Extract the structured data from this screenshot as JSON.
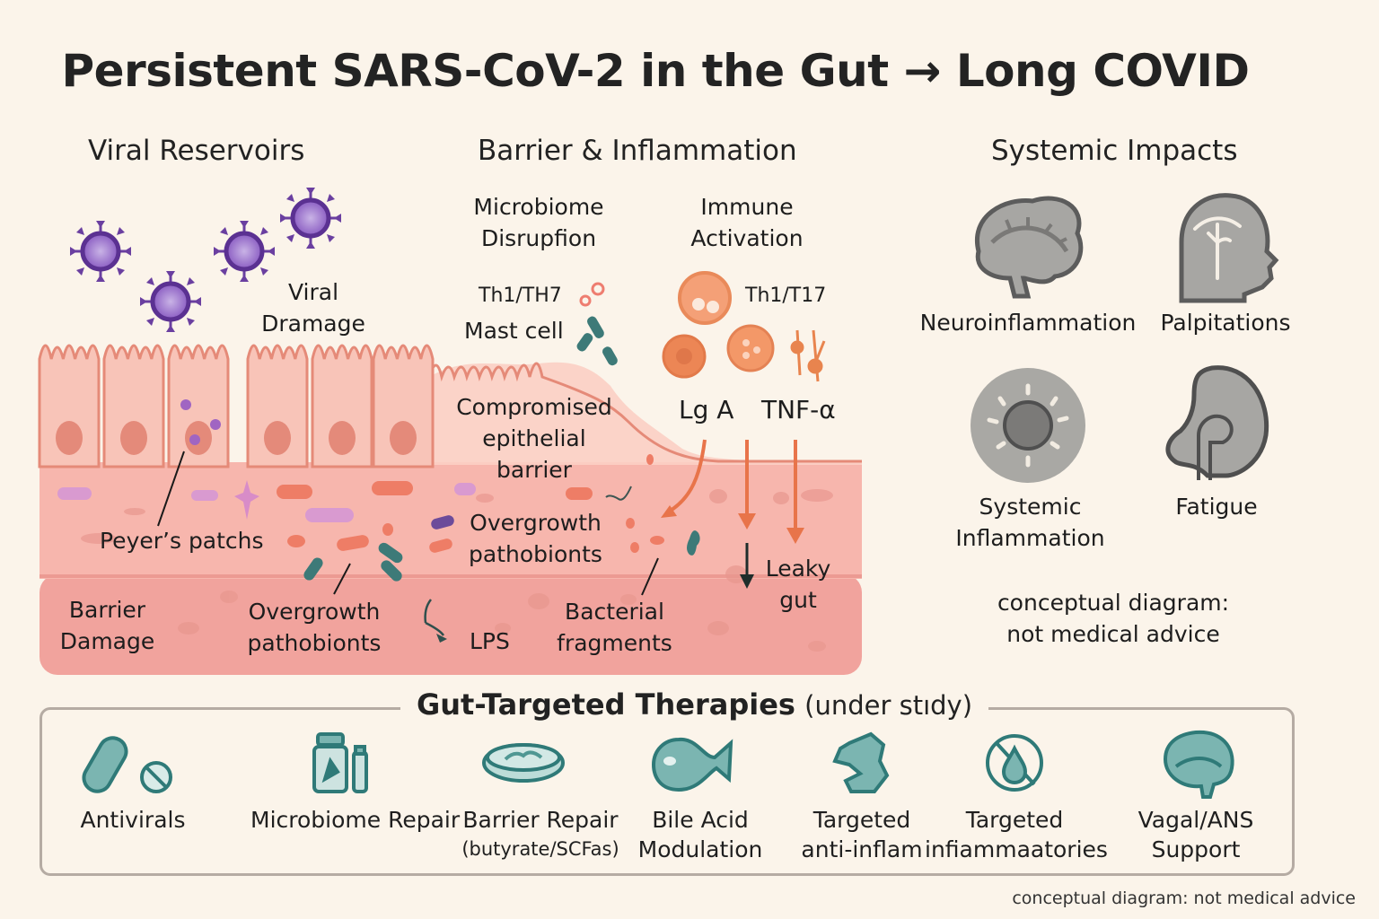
{
  "title": "Persistent SARS-CoV-2 in the Gut → Long COVID",
  "sections": {
    "viral_reservoirs": "Viral Reservoirs",
    "barrier_inflammation": "Barrier & Inflammation",
    "systemic_impacts": "Systemic Impacts"
  },
  "gut_labels": {
    "viral_damage": [
      "Viral",
      "Dramage"
    ],
    "microbiome_disruption": [
      "Microbiome",
      "Disrupfion"
    ],
    "immune_activation": [
      "Immune",
      "Activation"
    ],
    "th1_th7": "Th1/TH7",
    "mast_cell": "Mast cell",
    "th1_t17": "Th1/T17",
    "iga": "Lg A",
    "tnf": "TNF-α",
    "compromised_barrier": [
      "Compromised",
      "epithelial",
      "barrier"
    ],
    "peyers_patches": "Peyer’s patchs",
    "overgrowth_mid": [
      "Overgrowth",
      "pathobionts"
    ],
    "overgrowth_low": [
      "Overgrowth",
      "pathobionts"
    ],
    "barrier_damage": [
      "Barrier",
      "Damage"
    ],
    "lps": "LPS",
    "bacterial_fragments": [
      "Bacterial",
      "fragments"
    ],
    "leaky_gut": [
      "Leaky",
      "gut"
    ]
  },
  "systemic": {
    "items": [
      {
        "label": [
          "Neuroinflammation"
        ],
        "icon": "brain-icon"
      },
      {
        "label": [
          "Palpitations"
        ],
        "icon": "head-profile-icon"
      },
      {
        "label": [
          "Systemic",
          "Inflammation"
        ],
        "icon": "inflammation-sun-icon"
      },
      {
        "label": [
          "Fatigue"
        ],
        "icon": "fatigue-organ-icon"
      }
    ],
    "disclaimer": [
      "conceptual diagram:",
      "not medical advice"
    ]
  },
  "therapies": {
    "heading": "Gut-Targeted Therapies",
    "heading_sub": "(under stıdy)",
    "items": [
      {
        "label": [
          "Antivirals"
        ],
        "icon": "pill-icon"
      },
      {
        "label": [
          "Microbiome Repair"
        ],
        "icon": "probiotic-bottle-icon"
      },
      {
        "label": [
          "Barrier Repair",
          "(butyrate/SCFas)"
        ],
        "icon": "petri-dish-icon"
      },
      {
        "label": [
          "Bile Acid",
          "Modulation"
        ],
        "icon": "bile-acid-icon"
      },
      {
        "label": [
          "Targeted",
          "anti-inflam"
        ],
        "icon": "molecule-icon"
      },
      {
        "label": [
          "Targeted",
          "infiammaatories"
        ],
        "icon": "no-drop-icon"
      },
      {
        "label": [
          "Vagal/ANS",
          "Support"
        ],
        "icon": "vagus-brain-icon"
      }
    ]
  },
  "footer": "conceptual diagram: not medical advice",
  "colors": {
    "background": "#fbf4ea",
    "virus": "#6a3fa0",
    "epithelium": "#f6c2b6",
    "epithelium_stroke": "#e58a78",
    "lamina": "#f7b4aa",
    "submucosa": "#f1a39d",
    "immune": "#e98a5a",
    "bacteria_teal": "#3d7a78",
    "systemic_gray": "#a7a6a3",
    "therapy_teal": "#4d9593"
  }
}
